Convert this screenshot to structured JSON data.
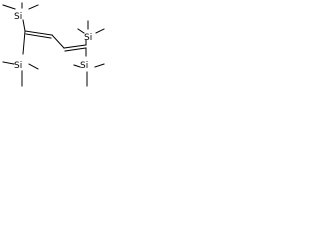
{
  "molecule": {
    "atoms": {
      "si_top_left": "Si",
      "si_bottom_left": "Si",
      "si_upper_right": "Si",
      "si_lower_right": "Si"
    }
  }
}
